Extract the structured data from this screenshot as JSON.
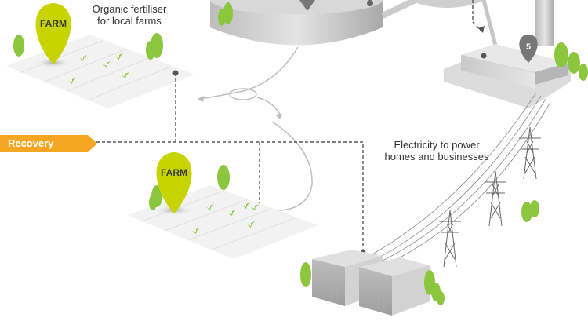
{
  "colors": {
    "accent_lime": "#c8d400",
    "leaf_green": "#8cc63f",
    "recovery_orange": "#f5a623",
    "marker_grey": "#666666"
  },
  "labels": {
    "fertiliser": "Organic fertiliser\nfor local farms",
    "electricity": "Electricity to power\nhomes and businesses"
  },
  "recovery": {
    "label": "Recovery"
  },
  "farm_top": {
    "pin_text": "FARM"
  },
  "farm_bottom": {
    "pin_text": "FARM"
  },
  "step_marker": {
    "number": "5"
  }
}
